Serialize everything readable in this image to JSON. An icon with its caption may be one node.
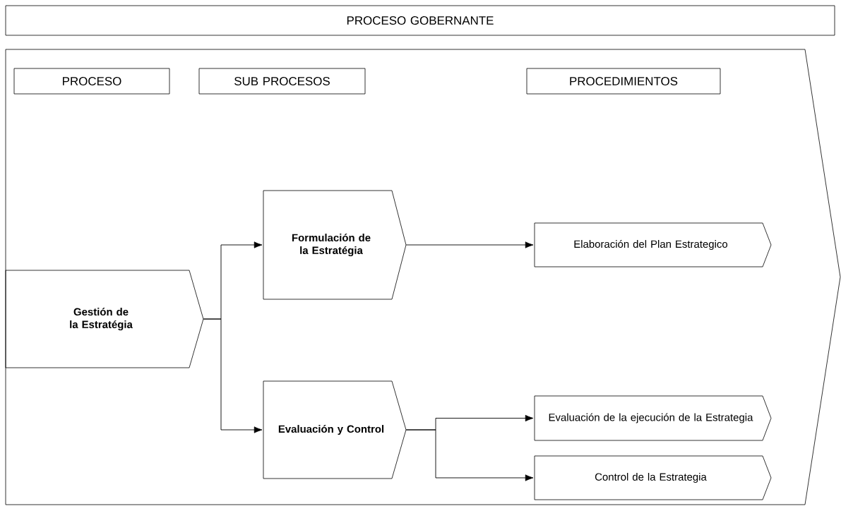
{
  "diagram": {
    "nodes": [
      {
        "text": [
          "PROCESO GOBERNANTE"
        ]
      },
      {
        "text": [],
        "shape": "chevron"
      },
      {
        "text": [
          "PROCESO"
        ],
        "in": 1
      },
      {
        "text": [
          "SUB PROCESOS"
        ],
        "in": 1
      },
      {
        "text": [
          "PROCEDIMIENTOS"
        ],
        "in": 1
      },
      {
        "text": [
          "Gestión de la Estratégia"
        ],
        "in": 1
      },
      {
        "text": [
          "Formulación de la Estratégia"
        ],
        "in": 1
      },
      {
        "text": [
          "Evaluación y Control"
        ],
        "in": 1
      },
      {
        "text": [
          "Elaboración del Plan Estrategico"
        ],
        "in": 1
      },
      {
        "text": [
          "Evaluación de la ejecución de la Estrategia"
        ],
        "in": 1
      },
      {
        "text": [
          "Control de la Estrategia"
        ],
        "in": 1
      }
    ],
    "edges": [
      {
        "from": 5,
        "to": 6,
        "arrow": "to"
      },
      {
        "from": 5,
        "to": 7,
        "arrow": "to"
      },
      {
        "from": 6,
        "to": 8,
        "arrow": "to"
      },
      {
        "from": 7,
        "to": 9,
        "arrow": "to"
      },
      {
        "from": 7,
        "to": 10,
        "arrow": "to"
      }
    ]
  }
}
